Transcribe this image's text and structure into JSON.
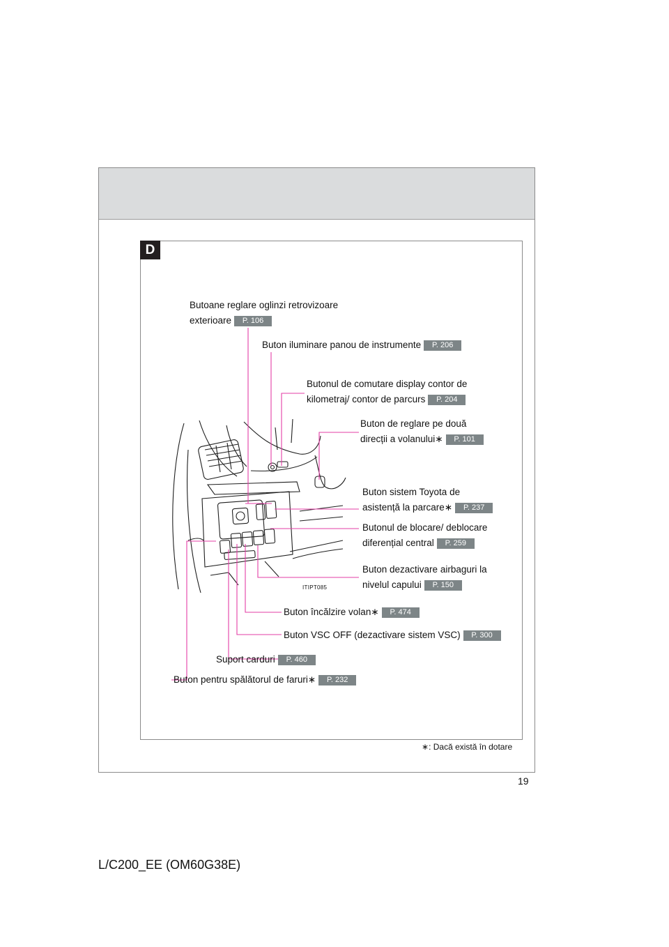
{
  "section": {
    "letter": "D"
  },
  "labels": {
    "mirror_line1": "Butoane reglare oglinzi retrovizoare",
    "mirror_line2": "exterioare",
    "mirror_page": "P. 106",
    "illumination": "Buton iluminare panou de instrumente",
    "illumination_page": "P. 206",
    "odo_line1": "Butonul de comutare display contor de",
    "odo_line2": "kilometraj/ contor de parcurs",
    "odo_page": "P. 204",
    "steering_line1": "Buton de reglare pe două",
    "steering_line2": "direcții a volanului",
    "steering_page": "P. 101",
    "parking_line1": "Buton sistem Toyota de",
    "parking_line2": "asistență la parcare",
    "parking_page": "P. 237",
    "diff_line1": "Butonul de blocare/ deblocare",
    "diff_line2": "diferențial central",
    "diff_page": "P. 259",
    "airbag_line1": "Buton dezactivare airbaguri la",
    "airbag_line2": "nivelul capului",
    "airbag_page": "P. 150",
    "heater": "Buton încălzire volan",
    "heater_page": "P. 474",
    "vsc": "Buton VSC OFF (dezactivare sistem VSC)",
    "vsc_page": "P. 300",
    "card": "Suport carduri",
    "card_page": "P. 460",
    "washer": "Buton pentru spălătorul de faruri",
    "washer_page": "P. 232"
  },
  "asterisk": "∗",
  "image_code": "ITIPT085",
  "footnote": ": Dacă există în dotare",
  "page_number": "19",
  "doc_code": "L/C200_EE (OM60G38E)",
  "colors": {
    "leader": "#e33ea6",
    "page_tag": "#7d8587",
    "header_band": "#dadcdd"
  }
}
